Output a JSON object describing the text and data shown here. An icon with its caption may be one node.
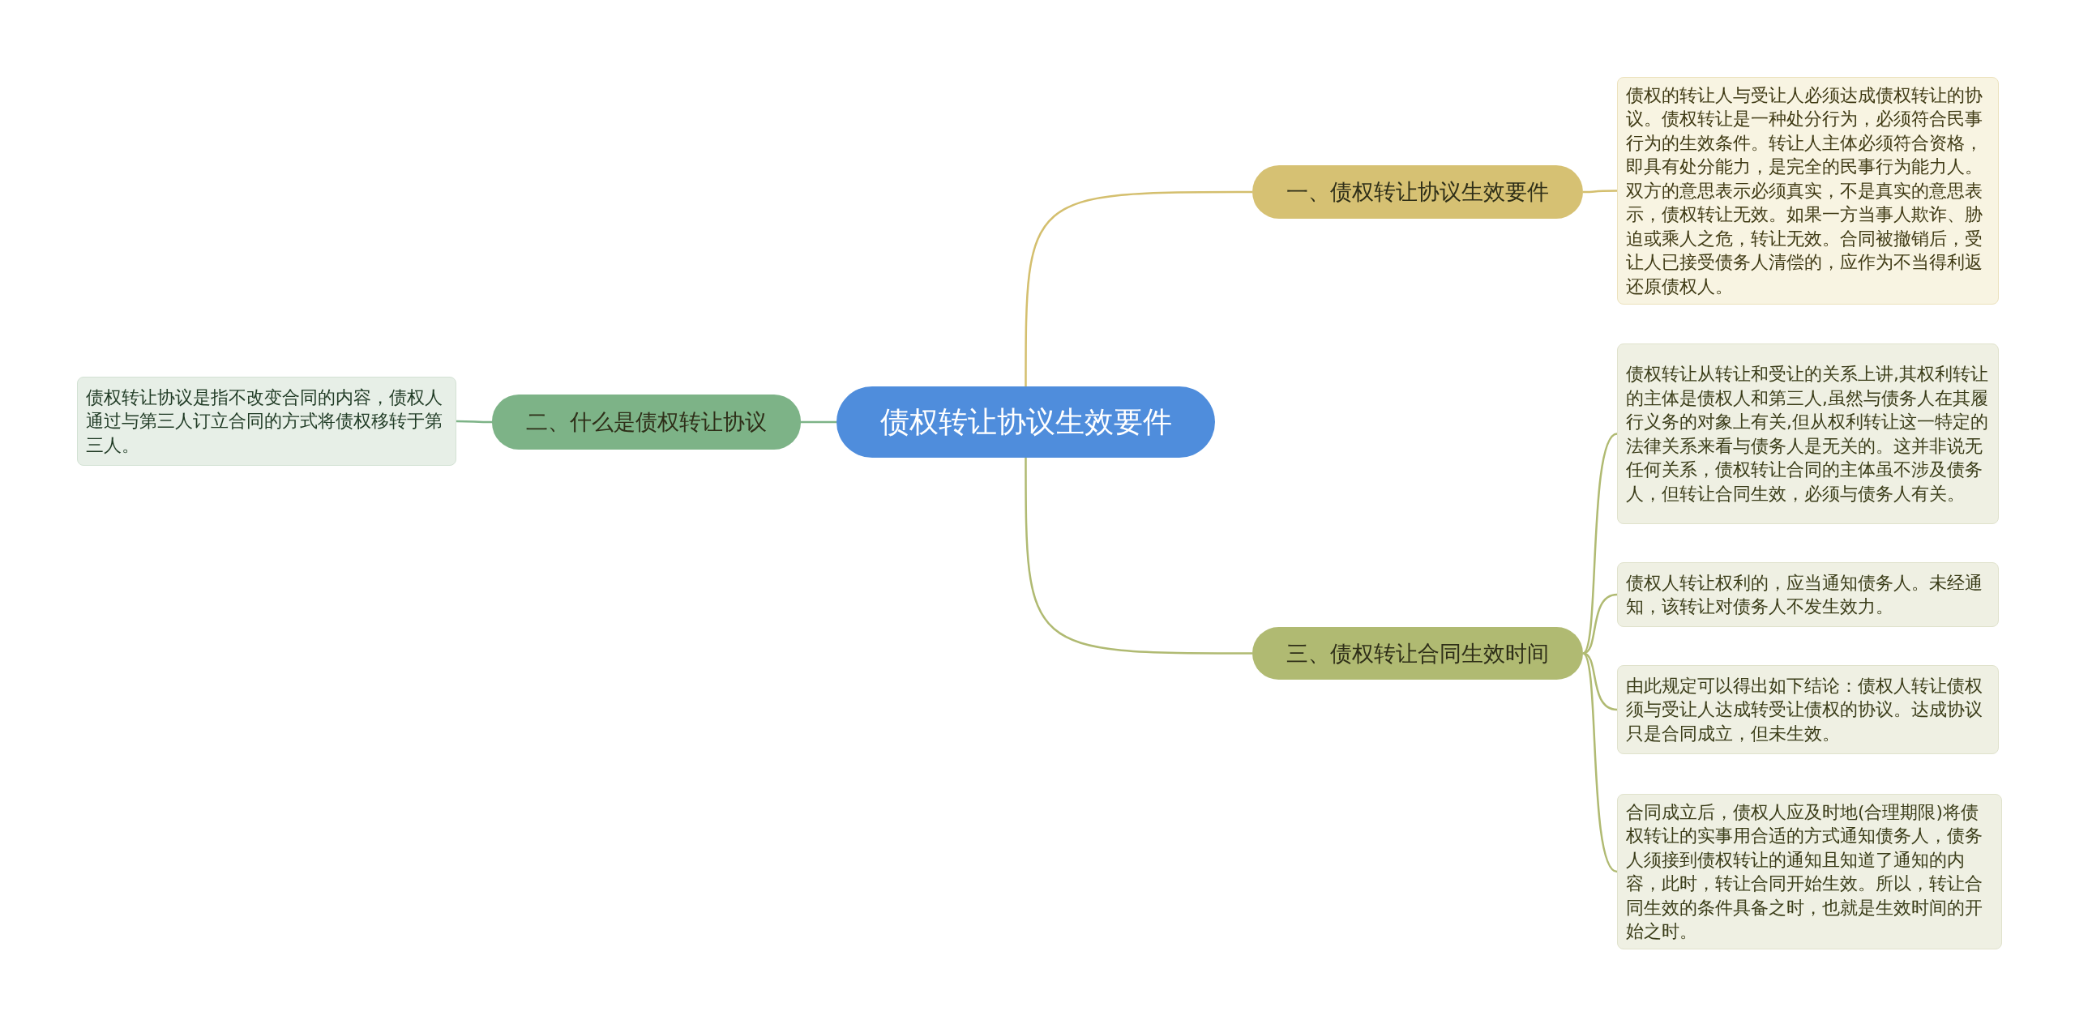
{
  "diagram": {
    "nodes": [
      {
        "text": [
          "债权转让协议生效要件"
        ]
      },
      {
        "text": [
          "一、债权转让协议生效要件"
        ]
      },
      {
        "text": [
          "债权的转让人与受让人必须达成债权转让的协议。债权转让是一种处分行为，必须符合民事行为的生效条件。转让人主体必须符合资格，即具有处分能力，是完全的民事行为能力人。双方的意思表示必须真实，不是真实的意思表示，债权转让无效。如果一方当事人欺诈、胁迫或乘人之危，转让无效。合同被撤销后，受让人已接受债务人清偿的，应作为不当得利返还原债权人。"
        ]
      },
      {
        "text": [
          "二、什么是债权转让协议"
        ]
      },
      {
        "text": [
          "债权转让协议是指不改变合同的内容，债权人通过与第三人订立合同的方式将债权移转于第三人。"
        ]
      },
      {
        "text": [
          "三、债权转让合同生效时间"
        ]
      },
      {
        "text": [
          "债权转让从转让和受让的关系上讲,其权利转让的主体是债权人和第三人,虽然与债务人在其履行义务的对象上有关,但从权利转让这一特定的法律关系来看与债务人是无关的。这并非说无任何关系，债权转让合同的主体虽不涉及债务人，但转让合同生效，必须与债务人有关。"
        ]
      },
      {
        "text": [
          "债权人转让权利的，应当通知债务人。未经通知，该转让对债务人不发生效力。"
        ]
      },
      {
        "text": [
          "由此规定可以得出如下结论：债权人转让债权须与受让人达成转受让债权的协议。达成协议只是合同成立，但未生效。"
        ]
      },
      {
        "text": [
          "合同成立后，债权人应及时地(合理期限)将债权转让的实事用合适的方式通知债务人，债务人须接到债权转让的通知且知道了通知的内容，此时，转让合同开始生效。所以，转让合同生效的条件具备之时，也就是生效时间的开始之时。"
        ]
      }
    ],
    "edges": [
      {
        "from": 0,
        "to": 1,
        "arrow": "none",
        "color": "#d4bf6e"
      },
      {
        "from": 1,
        "to": 2,
        "arrow": "none",
        "color": "#d4bf6e"
      },
      {
        "from": 0,
        "to": 3,
        "arrow": "none",
        "color": "#7db387"
      },
      {
        "from": 3,
        "to": 4,
        "arrow": "none",
        "color": "#7db387"
      },
      {
        "from": 0,
        "to": 5,
        "arrow": "none"
      },
      {
        "from": 5,
        "to": 6,
        "arrow": "none"
      },
      {
        "from": 5,
        "to": 7,
        "arrow": "none"
      },
      {
        "from": 5,
        "to": 8,
        "arrow": "none"
      },
      {
        "from": 5,
        "to": 9,
        "arrow": "none"
      }
    ]
  }
}
